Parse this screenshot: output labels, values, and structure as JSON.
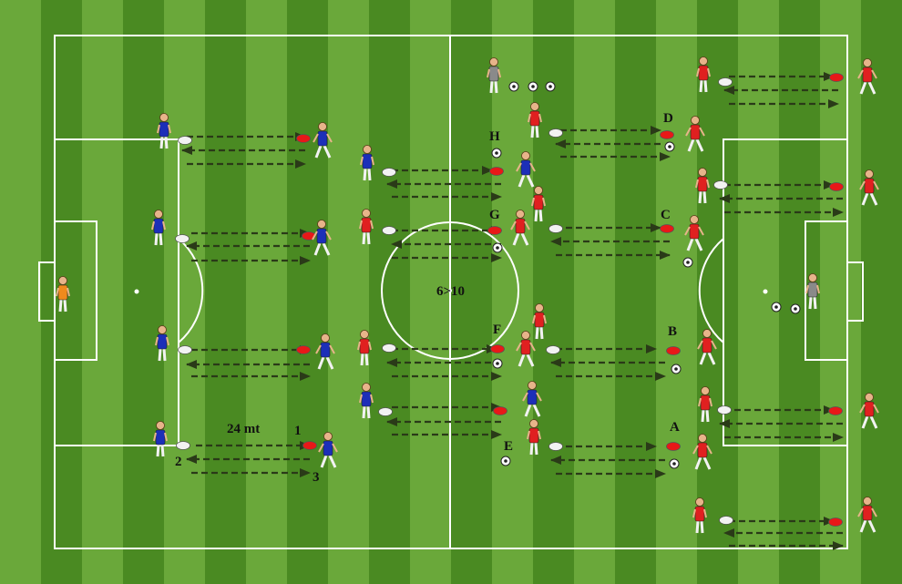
{
  "colors": {
    "grass_light": "#6aa83a",
    "grass_dark": "#4a8a22",
    "lines": "#ffffff",
    "team_blue": "#1c2fb8",
    "team_red": "#e02020",
    "goalkeeper": "#f08a1c",
    "coach": "#8a8a8a",
    "cone_red": "#e81818",
    "cone_white": "#f2f2f2",
    "arrow": "#2a3a18"
  },
  "labels": {
    "distance": "24 mt",
    "n1": "1",
    "n2": "2",
    "n3": "3",
    "ratio": "6>10",
    "A": "A",
    "B": "B",
    "C": "C",
    "D": "D",
    "E": "E",
    "F": "F",
    "G": "G",
    "H": "H"
  },
  "icons": {
    "player": "player-figure-icon",
    "cone": "cone-icon",
    "ball": "soccer-ball-icon",
    "arrow": "dashed-arrow-icon"
  }
}
